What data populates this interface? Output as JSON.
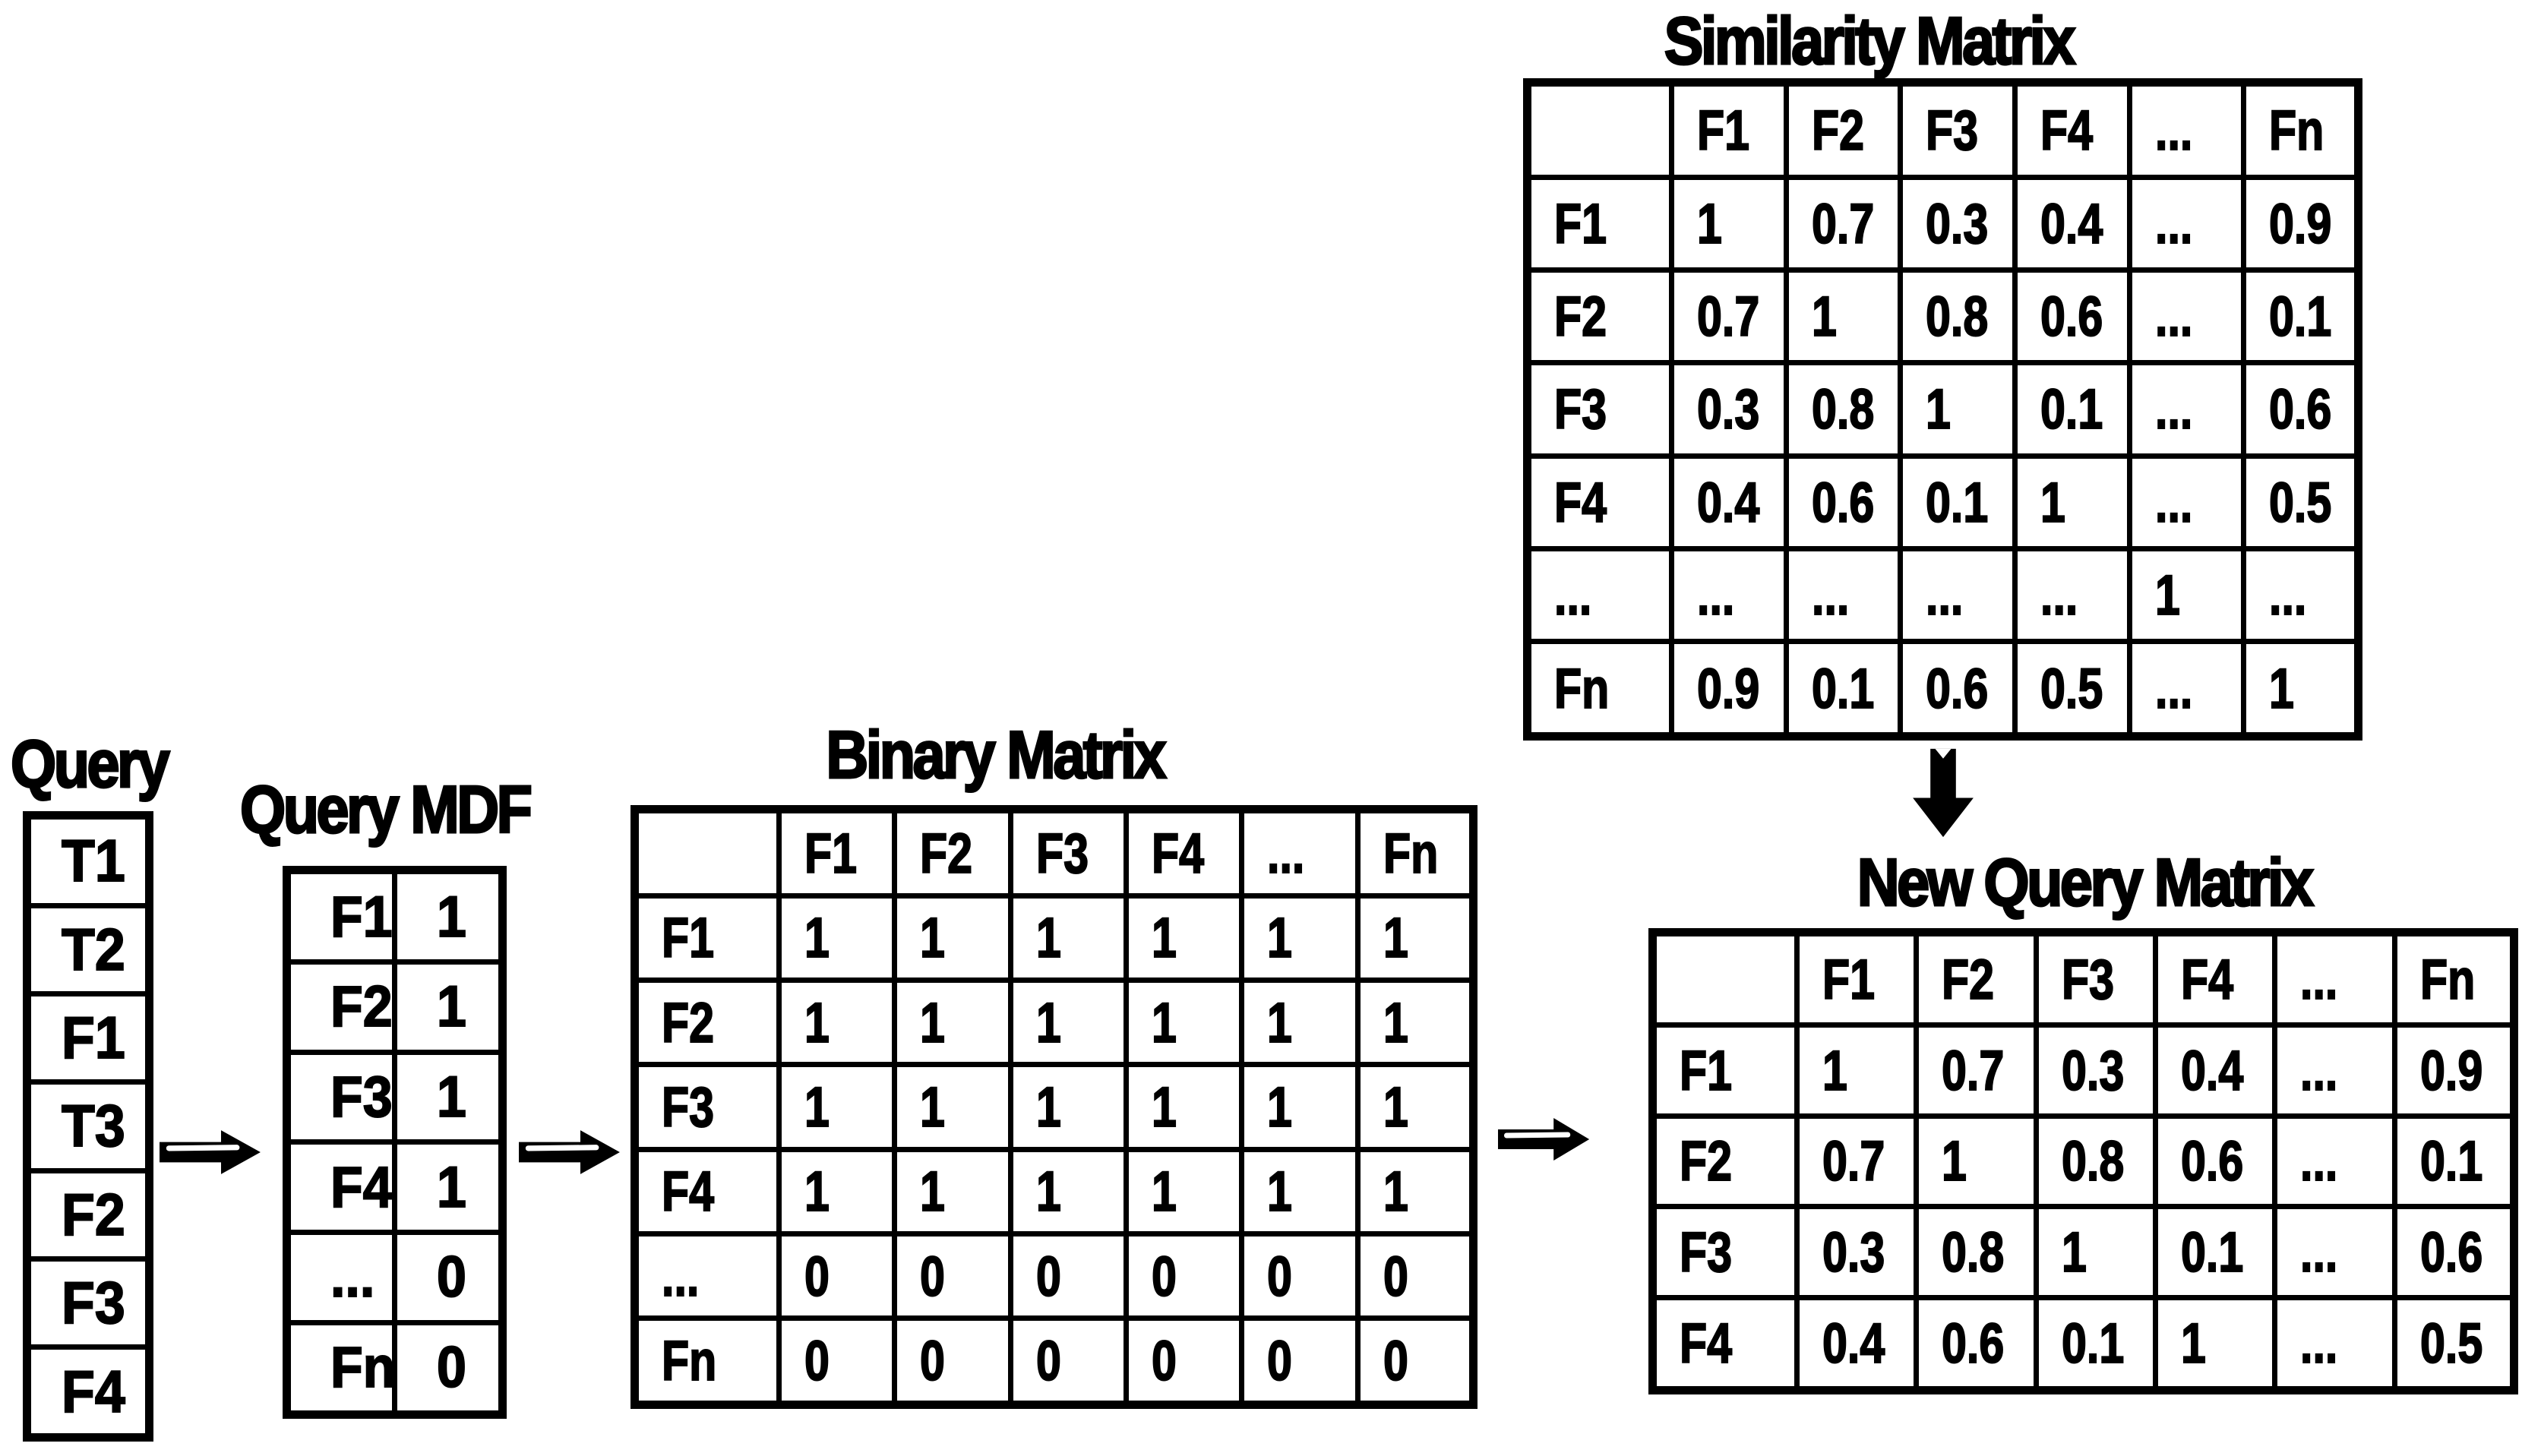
{
  "query": {
    "title": "Query",
    "table": {
      "rows": [
        [
          "T1"
        ],
        [
          "T2"
        ],
        [
          "F1"
        ],
        [
          "T3"
        ],
        [
          "F2"
        ],
        [
          "F3"
        ],
        [
          "F4"
        ]
      ]
    }
  },
  "query_mdf": {
    "title": "Query MDF",
    "table": {
      "rows": [
        [
          "F1",
          "1"
        ],
        [
          "F2",
          "1"
        ],
        [
          "F3",
          "1"
        ],
        [
          "F4",
          "1"
        ],
        [
          "...",
          "0"
        ],
        [
          "Fn",
          "0"
        ]
      ]
    }
  },
  "binary_matrix": {
    "title": "Binary Matrix",
    "table": {
      "header": [
        "",
        "F1",
        "F2",
        "F3",
        "F4",
        "...",
        "Fn"
      ],
      "rows": [
        [
          "F1",
          "1",
          "1",
          "1",
          "1",
          "1",
          "1"
        ],
        [
          "F2",
          "1",
          "1",
          "1",
          "1",
          "1",
          "1"
        ],
        [
          "F3",
          "1",
          "1",
          "1",
          "1",
          "1",
          "1"
        ],
        [
          "F4",
          "1",
          "1",
          "1",
          "1",
          "1",
          "1"
        ],
        [
          "...",
          "0",
          "0",
          "0",
          "0",
          "0",
          "0"
        ],
        [
          "Fn",
          "0",
          "0",
          "0",
          "0",
          "0",
          "0"
        ]
      ]
    }
  },
  "similarity_matrix": {
    "title": "Similarity Matrix",
    "table": {
      "header": [
        "",
        "F1",
        "F2",
        "F3",
        "F4",
        "...",
        "Fn"
      ],
      "rows": [
        [
          "F1",
          "1",
          "0.7",
          "0.3",
          "0.4",
          "...",
          "0.9"
        ],
        [
          "F2",
          "0.7",
          "1",
          "0.8",
          "0.6",
          "...",
          "0.1"
        ],
        [
          "F3",
          "0.3",
          "0.8",
          "1",
          "0.1",
          "...",
          "0.6"
        ],
        [
          "F4",
          "0.4",
          "0.6",
          "0.1",
          "1",
          "...",
          "0.5"
        ],
        [
          "...",
          "...",
          "...",
          "...",
          "...",
          "1",
          "..."
        ],
        [
          "Fn",
          "0.9",
          "0.1",
          "0.6",
          "0.5",
          "...",
          "1"
        ]
      ]
    }
  },
  "new_query_matrix": {
    "title": "New Query Matrix",
    "table": {
      "header": [
        "",
        "F1",
        "F2",
        "F3",
        "F4",
        "...",
        "Fn"
      ],
      "rows": [
        [
          "F1",
          "1",
          "0.7",
          "0.3",
          "0.4",
          "...",
          "0.9"
        ],
        [
          "F2",
          "0.7",
          "1",
          "0.8",
          "0.6",
          "...",
          "0.1"
        ],
        [
          "F3",
          "0.3",
          "0.8",
          "1",
          "0.1",
          "...",
          "0.6"
        ],
        [
          "F4",
          "0.4",
          "0.6",
          "0.1",
          "1",
          "...",
          "0.5"
        ]
      ]
    }
  },
  "icons": {
    "right_arrow": "block-arrow-right-icon",
    "down_arrow": "block-arrow-down-icon"
  },
  "colors": {
    "foreground": "#000000",
    "background": "#ffffff"
  }
}
